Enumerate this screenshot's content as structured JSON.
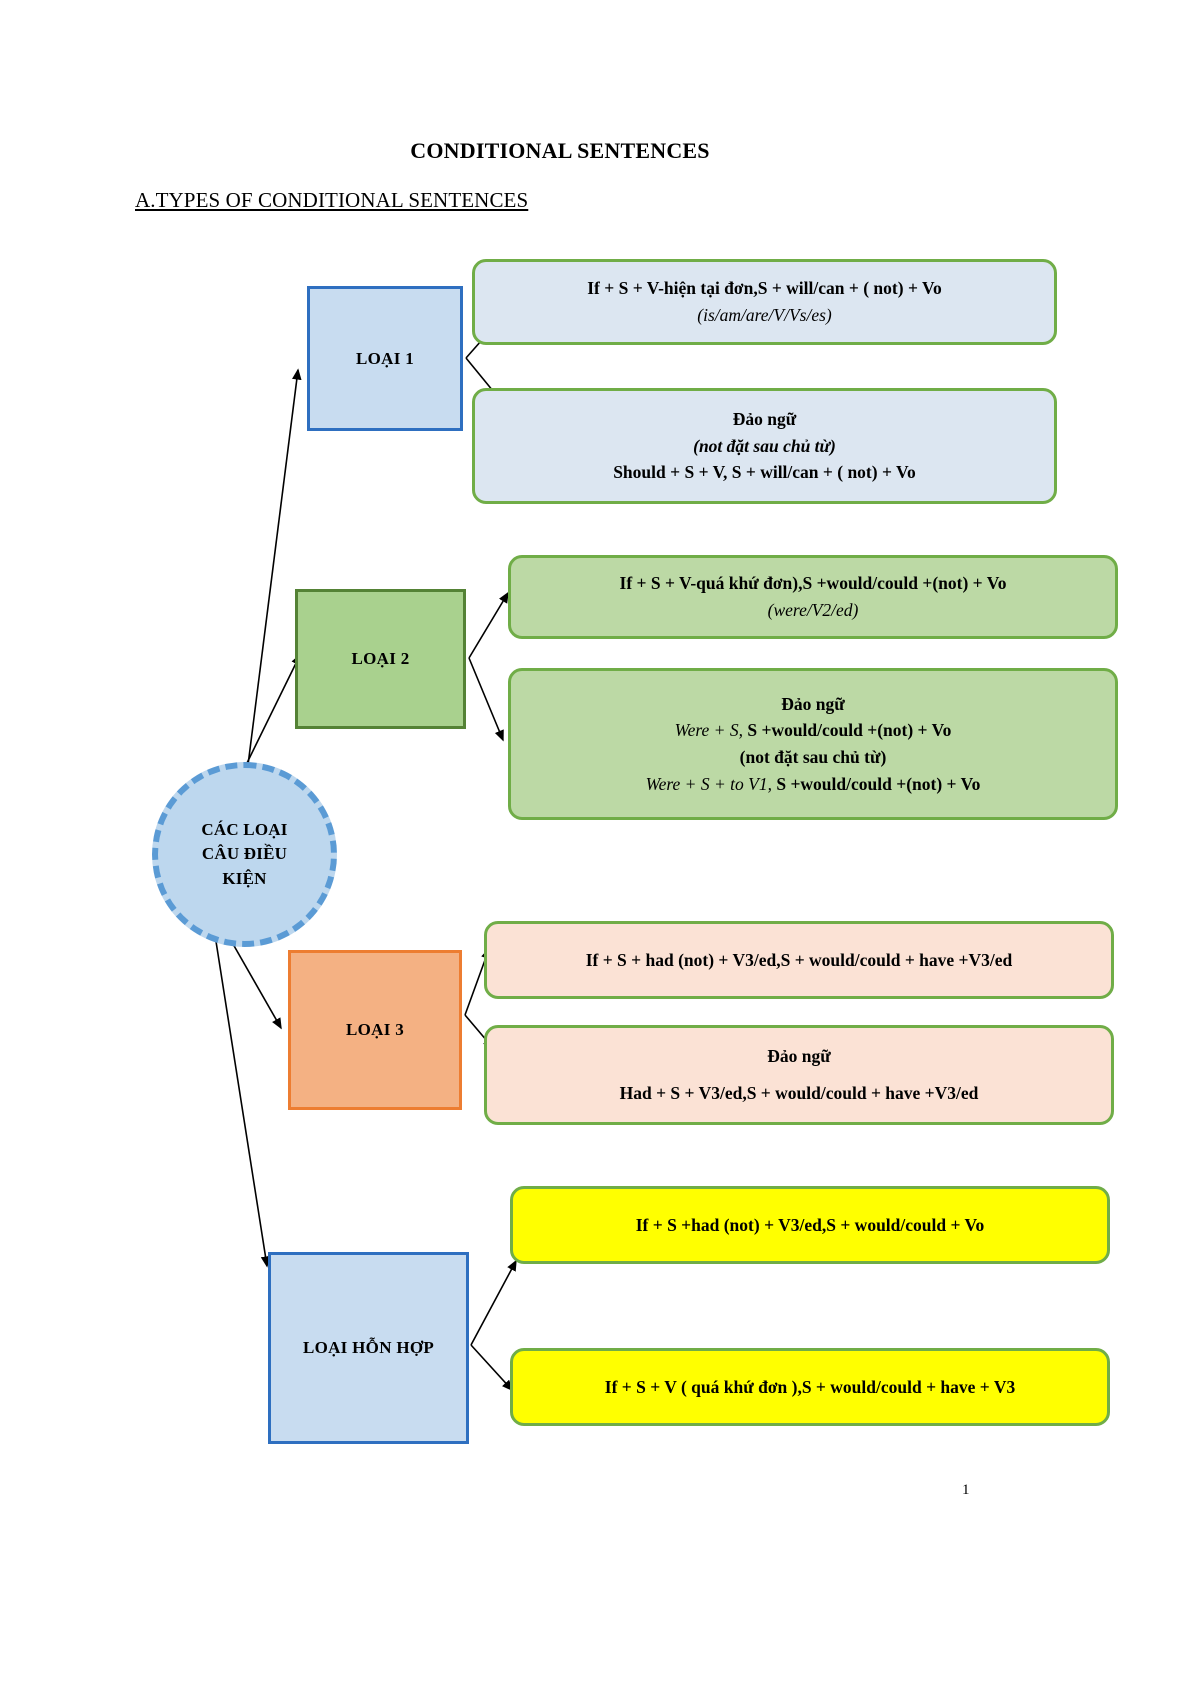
{
  "document": {
    "title": "CONDITIONAL SENTENCES",
    "section_heading": "A.TYPES OF CONDITIONAL SENTENCES",
    "page_number": "1"
  },
  "center": {
    "line1": "CÁC LOẠI",
    "line2": "CÂU ĐIỀU",
    "line3": "KIỆN"
  },
  "types": {
    "type1_label": "LOẠI 1",
    "type2_label": "LOẠI 2",
    "type3_label": "LOẠI 3",
    "mixed_label": "LOẠI HỖN HỢP"
  },
  "boxes": {
    "type1_main": {
      "line1": "If + S + V-hiện tại đơn,S + will/can + ( not) + Vo",
      "line2": "(is/am/are/V/Vs/es)"
    },
    "type1_inversion": {
      "line1": "Đảo ngữ",
      "line2": "(not đặt sau chủ từ)",
      "line3": "Should + S + V, S + will/can + ( not) + Vo"
    },
    "type2_main": {
      "line1": "If + S + V-quá khứ đơn),S +would/could +(not) + Vo",
      "line2": "(were/V2/ed)"
    },
    "type2_inversion": {
      "line1": "Đảo ngữ",
      "line2a": "Were + S,",
      "line2b": " S +would/could +(not) + Vo",
      "line3": "(not đặt sau chủ từ)",
      "line4a": "Were + S + to V1,",
      "line4b": " S +would/could +(not) + Vo"
    },
    "type3_main": {
      "line1": "If + S + had (not) + V3/ed,S + would/could + have +V3/ed"
    },
    "type3_inversion": {
      "line1": "Đảo ngữ",
      "line2": "Had + S + V3/ed,S + would/could + have +V3/ed"
    },
    "mixed_first": {
      "line1": "If + S +had (not) + V3/ed,S + would/could + Vo"
    },
    "mixed_second": {
      "line1": "If + S + V ( quá khứ đơn ),S + would/could + have + V3"
    }
  },
  "colors": {
    "type1_fill": "#c8dcf0",
    "type1_border": "#2e6fc0",
    "type2_fill": "#a9d18e",
    "type2_border": "#548235",
    "type3_fill": "#f4b183",
    "type3_border": "#ed7d31",
    "center_fill": "#bdd7ee",
    "center_border": "#5b9bd5",
    "formula_border": "#70ad47",
    "formula_blue": "#dce6f1",
    "formula_green": "#bcd9a5",
    "formula_peach": "#fbe2d5",
    "formula_yellow": "#ffff00"
  }
}
